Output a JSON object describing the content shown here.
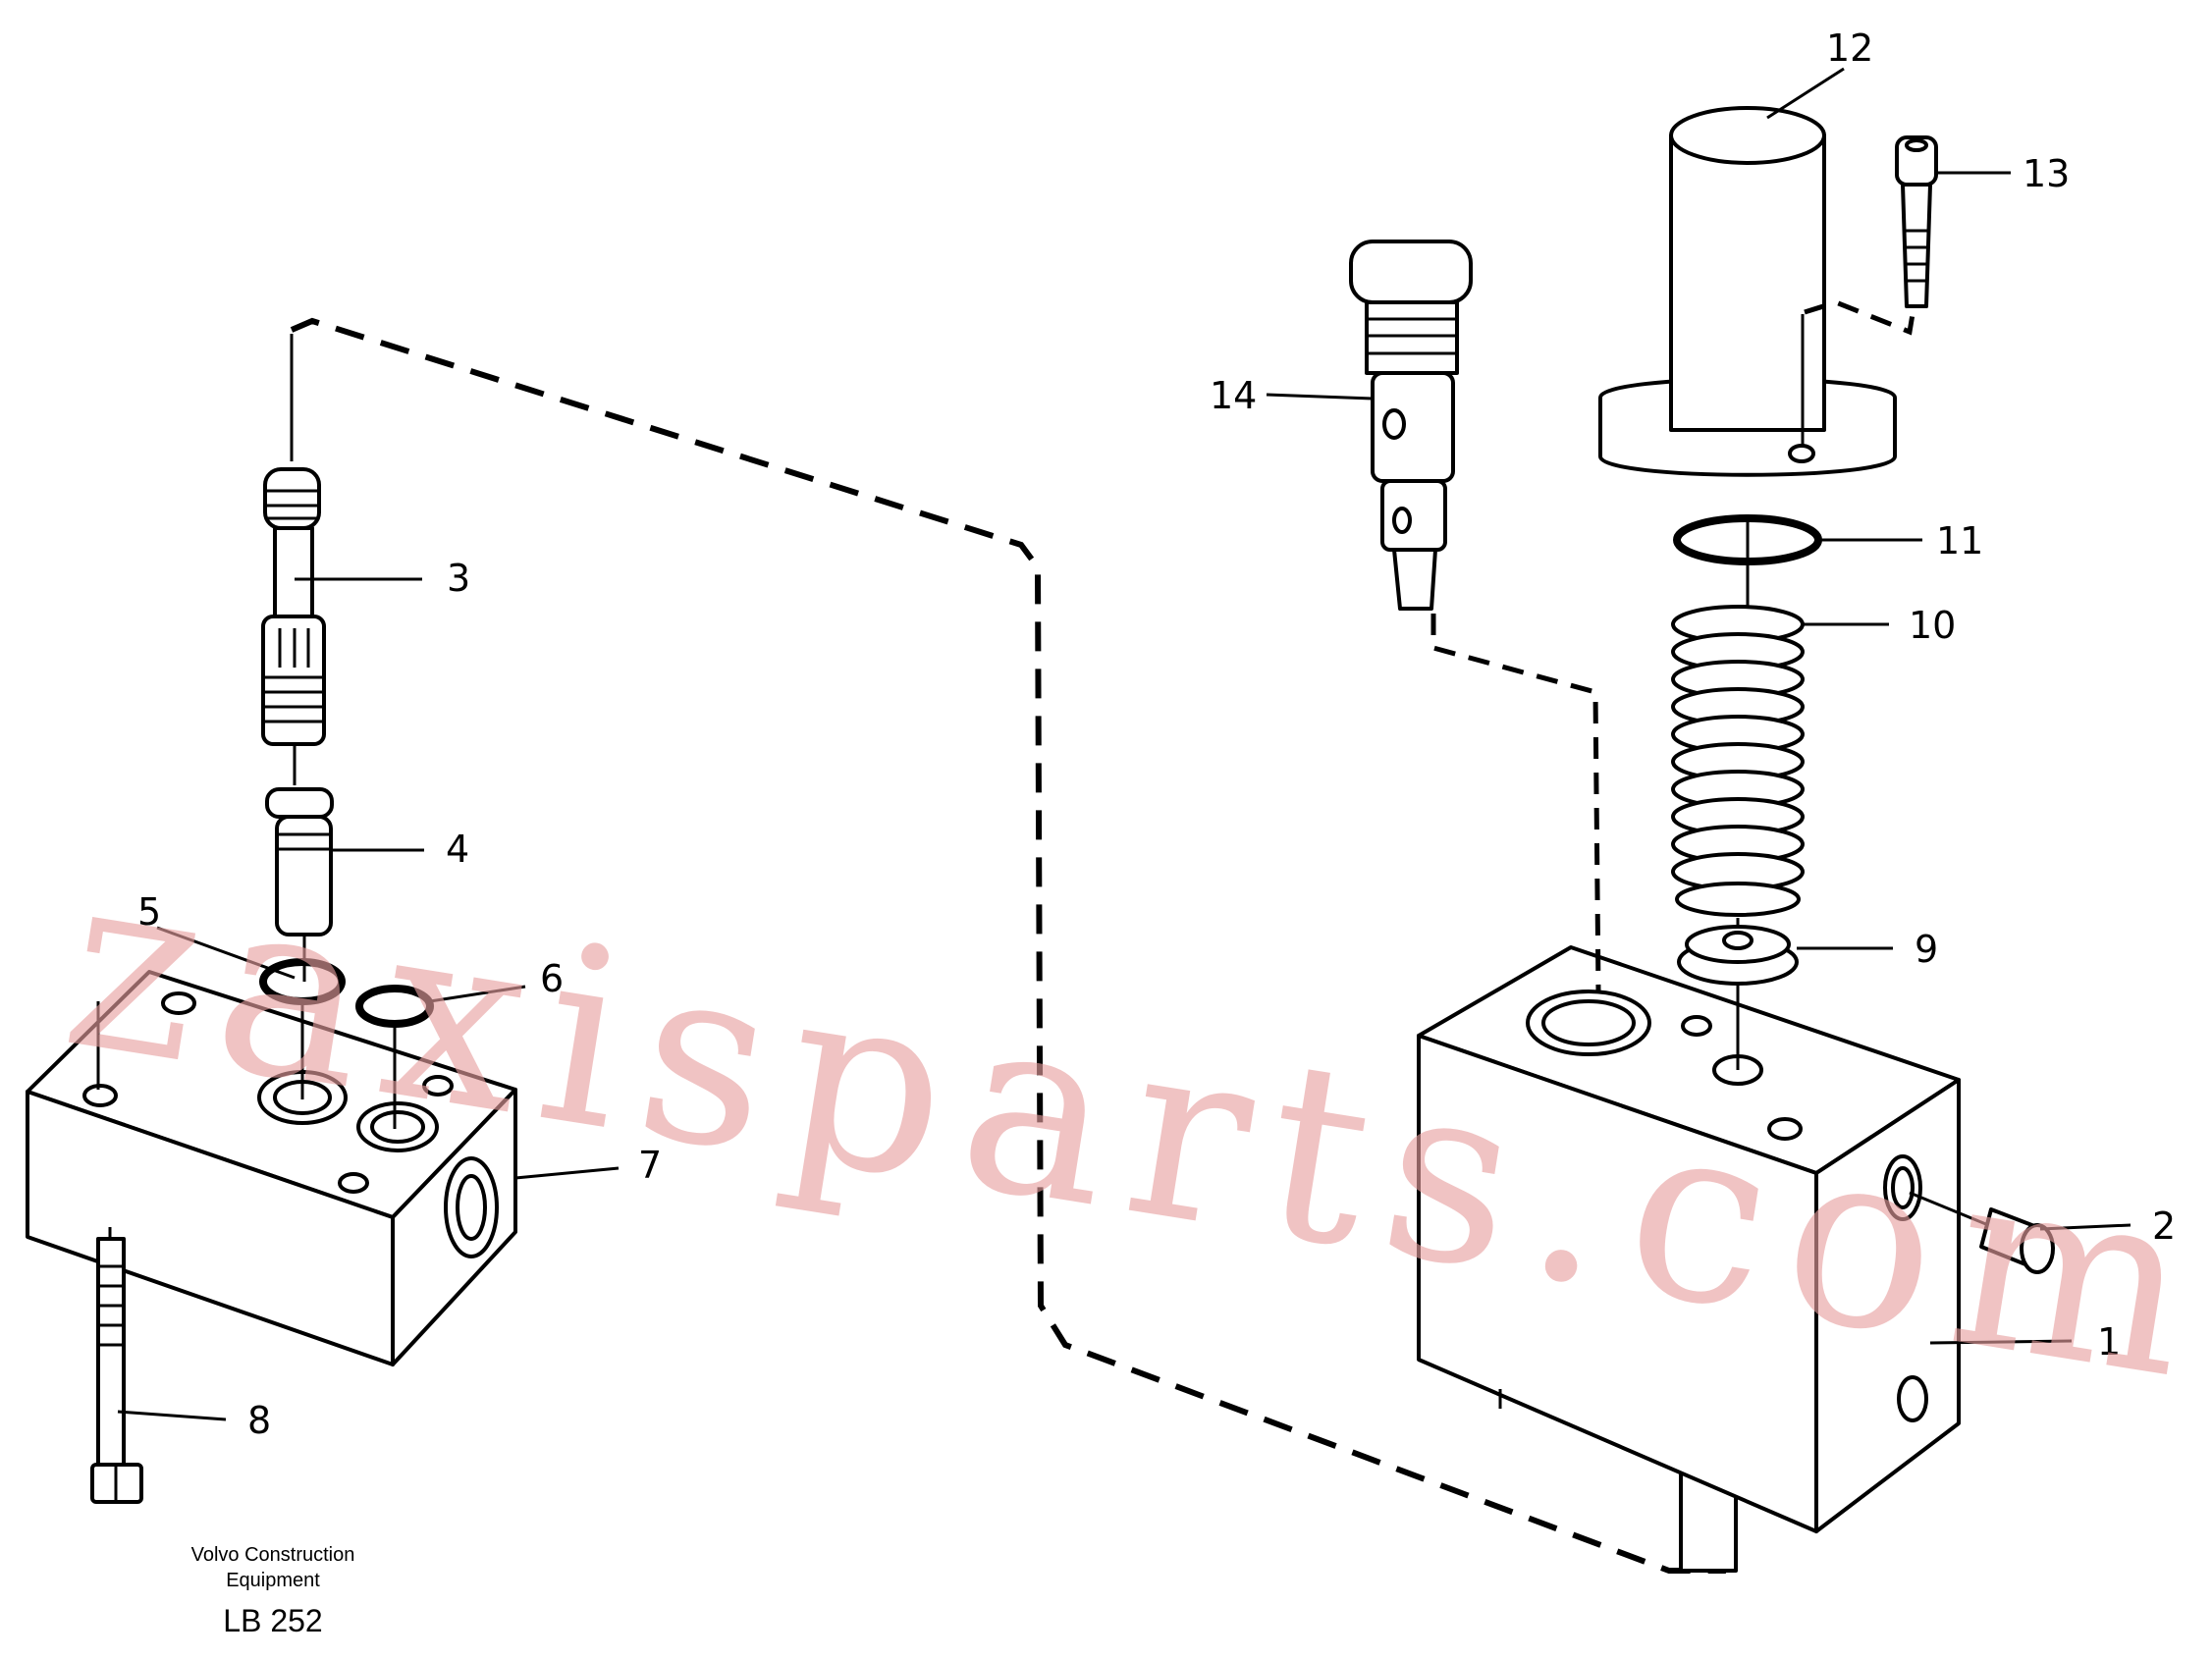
{
  "diagram": {
    "callouts": [
      {
        "id": "1",
        "label": "1"
      },
      {
        "id": "2",
        "label": "2"
      },
      {
        "id": "3",
        "label": "3"
      },
      {
        "id": "4",
        "label": "4"
      },
      {
        "id": "5",
        "label": "5"
      },
      {
        "id": "6",
        "label": "6"
      },
      {
        "id": "7",
        "label": "7"
      },
      {
        "id": "8",
        "label": "8"
      },
      {
        "id": "9",
        "label": "9"
      },
      {
        "id": "10",
        "label": "10"
      },
      {
        "id": "11",
        "label": "11"
      },
      {
        "id": "12",
        "label": "12"
      },
      {
        "id": "13",
        "label": "13"
      },
      {
        "id": "14",
        "label": "14"
      }
    ],
    "caption": {
      "line1": "Volvo Construction",
      "line2": "Equipment",
      "code": "LB 252"
    },
    "watermark": "zaxisparts.com"
  }
}
